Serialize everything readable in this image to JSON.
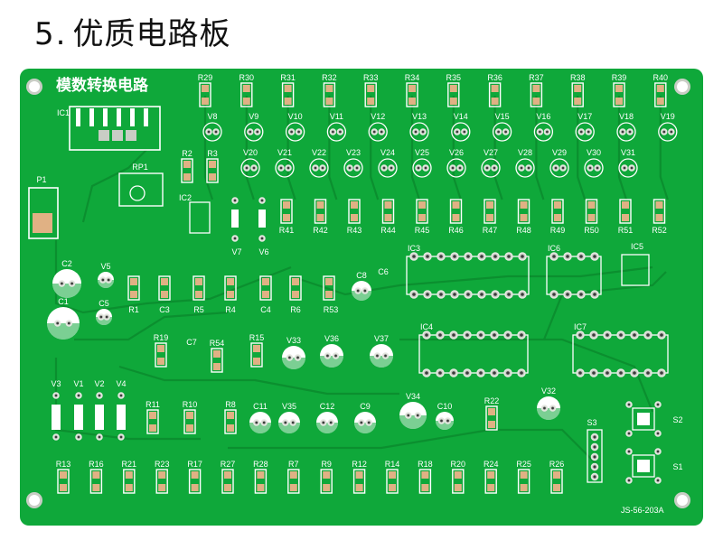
{
  "heading": {
    "number": "5",
    "separator": ".",
    "text": "优质电路板"
  },
  "board": {
    "title": "模数转换电路",
    "model": "JS-56-203A",
    "top_resistors": [
      "R29",
      "R30",
      "R31",
      "R32",
      "R33",
      "R34",
      "R35",
      "R36",
      "R37",
      "R38",
      "R39",
      "R40"
    ],
    "top_leds": [
      "V8",
      "V9",
      "V10",
      "V11",
      "V12",
      "V13",
      "V14",
      "V15",
      "V16",
      "V17",
      "V18",
      "V19"
    ],
    "mid_leds": [
      "V20",
      "V21",
      "V22",
      "V23",
      "V24",
      "V25",
      "V26",
      "V27",
      "V28",
      "V29",
      "V30",
      "V31"
    ],
    "mid_resistors": [
      "R41",
      "R42",
      "R43",
      "R44",
      "R45",
      "R46",
      "R47",
      "R48",
      "R49",
      "R50",
      "R51",
      "R52"
    ],
    "bottom_resistors": [
      "R13",
      "R16",
      "R21",
      "R23",
      "R17",
      "R27",
      "R28",
      "R7",
      "R9",
      "R12",
      "R14",
      "R18",
      "R20",
      "R24",
      "R25",
      "R26"
    ],
    "misc_labels": {
      "ic1": "IC1",
      "p1": "P1",
      "r2": "R2",
      "r3": "R3",
      "rp1": "RP1",
      "ic2": "IC2",
      "v7": "V7",
      "v6": "V6",
      "c2": "C2",
      "v5": "V5",
      "c1": "C1",
      "c5": "C5",
      "r1": "R1",
      "c3": "C3",
      "r5": "R5",
      "r4": "R4",
      "c4": "C4",
      "r6": "R6",
      "c8": "C8",
      "c6": "C6",
      "r53": "R53",
      "ic3": "IC3",
      "ic6": "IC6",
      "ic5": "IC5",
      "ic4": "IC4",
      "ic7": "IC7",
      "r19": "R19",
      "c7": "C7",
      "r54": "R54",
      "r15": "R15",
      "v33": "V33",
      "v36": "V36",
      "v37": "V37",
      "v3": "V3",
      "v1": "V1",
      "v2": "V2",
      "v4": "V4",
      "r11": "R11",
      "r10": "R10",
      "r8": "R8",
      "c11": "C11",
      "v35": "V35",
      "c12": "C12",
      "c9": "C9",
      "v34": "V34",
      "c10": "C10",
      "r22": "R22",
      "v32": "V32",
      "s3": "S3",
      "s2": "S2",
      "s1": "S1"
    }
  }
}
